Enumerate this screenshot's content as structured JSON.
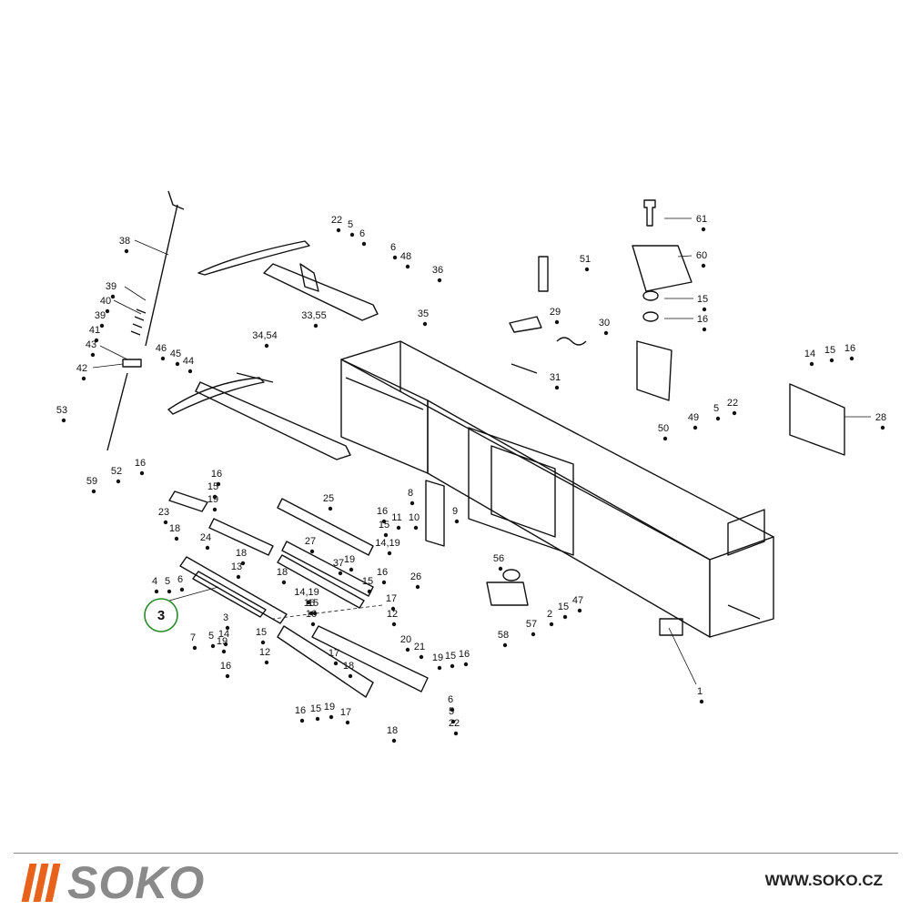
{
  "labels": [
    {
      "id": "38",
      "t": "38"
    },
    {
      "id": "39a",
      "t": "39"
    },
    {
      "id": "40",
      "t": "40"
    },
    {
      "id": "39b",
      "t": "39"
    },
    {
      "id": "41",
      "t": "41"
    },
    {
      "id": "43",
      "t": "43"
    },
    {
      "id": "42",
      "t": "42"
    },
    {
      "id": "46",
      "t": "46"
    },
    {
      "id": "45",
      "t": "45"
    },
    {
      "id": "44",
      "t": "44"
    },
    {
      "id": "53",
      "t": "53"
    },
    {
      "id": "59",
      "t": "59"
    },
    {
      "id": "52",
      "t": "52"
    },
    {
      "id": "16a",
      "t": "16"
    },
    {
      "id": "22a",
      "t": "22"
    },
    {
      "id": "5a",
      "t": "5"
    },
    {
      "id": "6a",
      "t": "6"
    },
    {
      "id": "6b",
      "t": "6"
    },
    {
      "id": "48",
      "t": "48"
    },
    {
      "id": "36",
      "t": "36"
    },
    {
      "id": "3355",
      "t": "33,55"
    },
    {
      "id": "35",
      "t": "35"
    },
    {
      "id": "3454",
      "t": "34,54"
    },
    {
      "id": "61",
      "t": "61"
    },
    {
      "id": "60",
      "t": "60"
    },
    {
      "id": "15a",
      "t": "15"
    },
    {
      "id": "16b",
      "t": "16"
    },
    {
      "id": "51",
      "t": "51"
    },
    {
      "id": "29",
      "t": "29"
    },
    {
      "id": "30",
      "t": "30"
    },
    {
      "id": "31",
      "t": "31"
    },
    {
      "id": "14a",
      "t": "14"
    },
    {
      "id": "15b",
      "t": "15"
    },
    {
      "id": "16c",
      "t": "16"
    },
    {
      "id": "28",
      "t": "28"
    },
    {
      "id": "22b",
      "t": "22"
    },
    {
      "id": "5b",
      "t": "5"
    },
    {
      "id": "49",
      "t": "49"
    },
    {
      "id": "50",
      "t": "50"
    },
    {
      "id": "16d",
      "t": "16"
    },
    {
      "id": "15c",
      "t": "15"
    },
    {
      "id": "19a",
      "t": "19"
    },
    {
      "id": "23",
      "t": "23"
    },
    {
      "id": "18a",
      "t": "18"
    },
    {
      "id": "24",
      "t": "24"
    },
    {
      "id": "18b",
      "t": "18"
    },
    {
      "id": "25",
      "t": "25"
    },
    {
      "id": "27",
      "t": "27"
    },
    {
      "id": "16e",
      "t": "16"
    },
    {
      "id": "15d",
      "t": "15"
    },
    {
      "id": "1419a",
      "t": "14,19"
    },
    {
      "id": "8",
      "t": "8"
    },
    {
      "id": "11",
      "t": "11"
    },
    {
      "id": "10",
      "t": "10"
    },
    {
      "id": "9",
      "t": "9"
    },
    {
      "id": "4",
      "t": "4"
    },
    {
      "id": "5c",
      "t": "5"
    },
    {
      "id": "6c",
      "t": "6"
    },
    {
      "id": "13",
      "t": "13"
    },
    {
      "id": "18c",
      "t": "18"
    },
    {
      "id": "37",
      "t": "37"
    },
    {
      "id": "19b",
      "t": "19"
    },
    {
      "id": "15e",
      "t": "15"
    },
    {
      "id": "16f",
      "t": "16"
    },
    {
      "id": "26",
      "t": "26"
    },
    {
      "id": "1419b",
      "t": "14,19"
    },
    {
      "id": "16g",
      "t": "16"
    },
    {
      "id": "17a",
      "t": "17"
    },
    {
      "id": "15f",
      "t": "15"
    },
    {
      "id": "12a",
      "t": "12"
    },
    {
      "id": "16h",
      "t": "16"
    },
    {
      "id": "7",
      "t": "7"
    },
    {
      "id": "5d",
      "t": "5"
    },
    {
      "id": "3s",
      "t": "3"
    },
    {
      "id": "14b",
      "t": "14"
    },
    {
      "id": "19c",
      "t": "19"
    },
    {
      "id": "15g",
      "t": "15"
    },
    {
      "id": "16i",
      "t": "16"
    },
    {
      "id": "12b",
      "t": "12"
    },
    {
      "id": "56",
      "t": "56"
    },
    {
      "id": "2",
      "t": "2"
    },
    {
      "id": "15h",
      "t": "15"
    },
    {
      "id": "47",
      "t": "47"
    },
    {
      "id": "57",
      "t": "57"
    },
    {
      "id": "58",
      "t": "58"
    },
    {
      "id": "1",
      "t": "1"
    },
    {
      "id": "20",
      "t": "20"
    },
    {
      "id": "21",
      "t": "21"
    },
    {
      "id": "19d",
      "t": "19"
    },
    {
      "id": "15i",
      "t": "15"
    },
    {
      "id": "16j",
      "t": "16"
    },
    {
      "id": "18d",
      "t": "18"
    },
    {
      "id": "17b",
      "t": "17"
    },
    {
      "id": "16k",
      "t": "16"
    },
    {
      "id": "15j",
      "t": "15"
    },
    {
      "id": "19e",
      "t": "19"
    },
    {
      "id": "17c",
      "t": "17"
    },
    {
      "id": "6d",
      "t": "6"
    },
    {
      "id": "5e",
      "t": "5"
    },
    {
      "id": "22c",
      "t": "22"
    },
    {
      "id": "18e",
      "t": "18"
    }
  ],
  "callout": "3",
  "footer": {
    "logo_text": "SOKO",
    "url": "WWW.SOKO.CZ",
    "accent_color": "#e8621b",
    "logo_color": "#8a8a8a"
  }
}
